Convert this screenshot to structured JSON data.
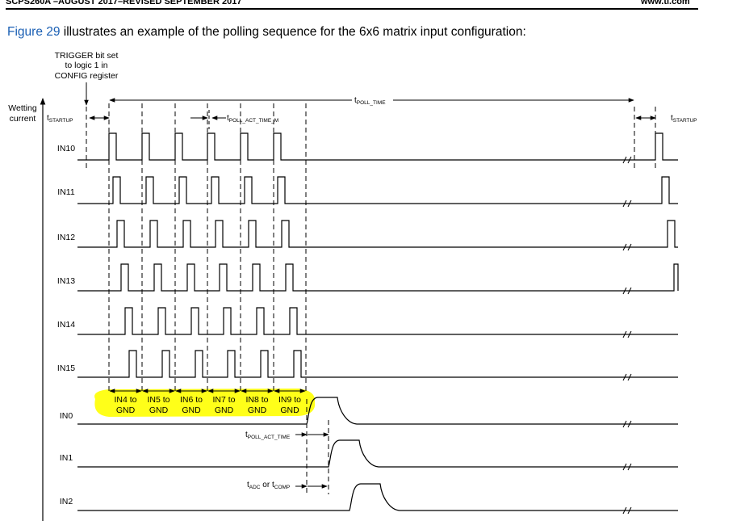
{
  "header": {
    "left": "SCPS260A –AUGUST 2017–REVISED SEPTEMBER 2017",
    "right": "www.ti.com"
  },
  "intro": {
    "link": "Figure 29",
    "text": " illustrates an example of the polling sequence for the 6x6 matrix input configuration:"
  },
  "figure": {
    "trigger_note": [
      "TRIGGER bit set",
      "to logic 1 in",
      "CONFIG register"
    ],
    "y_label": [
      "Wetting",
      "current"
    ],
    "timing": {
      "t_startup": {
        "t": "t",
        "sub": "STARTUP"
      },
      "t_poll_time": {
        "t": "t",
        "sub": "POLL_TIME"
      },
      "t_poll_act_time_m": {
        "t": "t",
        "sub": "POLL_ACT_TIME_M"
      },
      "t_poll_act_time": {
        "t": "t",
        "sub": "POLL_ACT_TIME"
      },
      "t_adc_comp": {
        "t1": "t",
        "sub1": "ADC",
        "mid": " or ",
        "t2": "t",
        "sub2": "COMP"
      }
    },
    "signals": [
      "IN10",
      "IN11",
      "IN12",
      "IN13",
      "IN14",
      "IN15",
      "IN0",
      "IN1",
      "IN2"
    ],
    "phase_labels": [
      {
        "top": "IN4 to",
        "bottom": "GND"
      },
      {
        "top": "IN5 to",
        "bottom": "GND"
      },
      {
        "top": "IN6 to",
        "bottom": "GND"
      },
      {
        "top": "IN7 to",
        "bottom": "GND"
      },
      {
        "top": "IN8 to",
        "bottom": "GND"
      },
      {
        "top": "IN9 to",
        "bottom": "GND"
      }
    ],
    "highlight_color": "#ffff00"
  }
}
